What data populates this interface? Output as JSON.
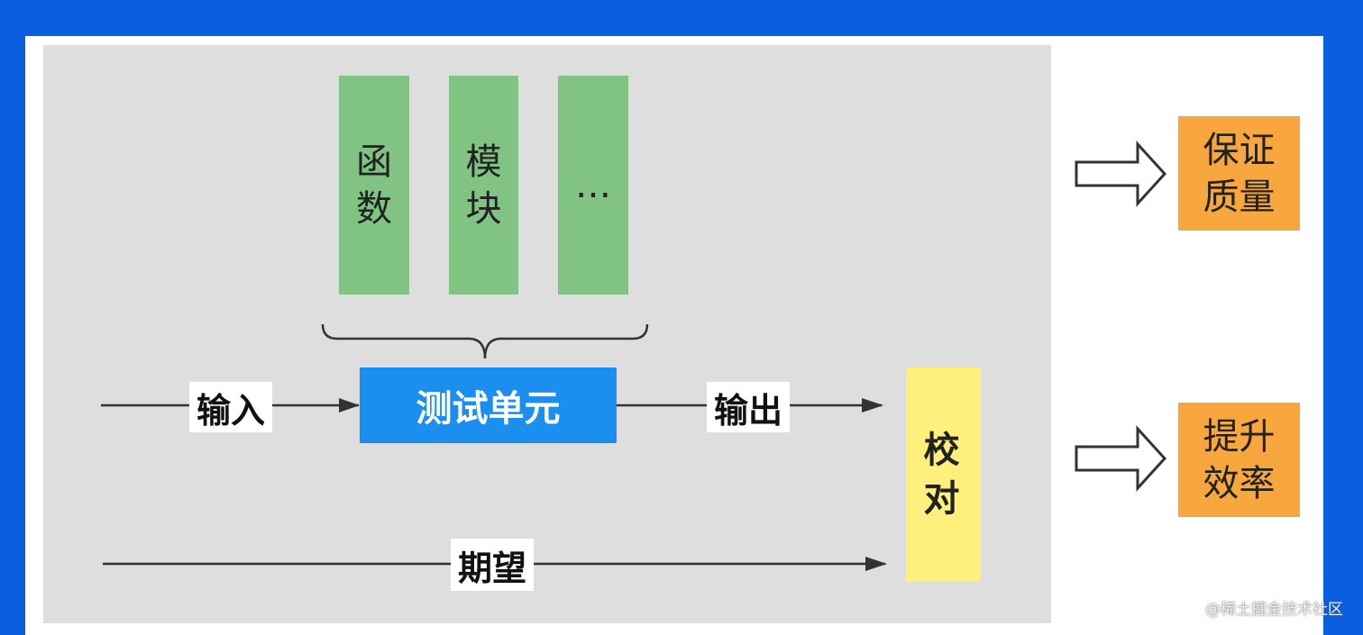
{
  "units": [
    {
      "label": "函数"
    },
    {
      "label": "模块"
    },
    {
      "label": "…"
    }
  ],
  "flow": {
    "input_label": "输入",
    "unit_label": "测试单元",
    "output_label": "输出",
    "expect_label": "期望",
    "check_label": "校对"
  },
  "results": [
    {
      "label": "保证质量"
    },
    {
      "label": "提升效率"
    }
  ],
  "watermark": "@稀土掘金技术社区",
  "colors": {
    "frame": "#0a5fe0",
    "panel": "#dedede",
    "unit_box": "#80c382",
    "test_unit": "#1a8ff0",
    "check_box": "#fff07d",
    "result_box": "#f7a73e"
  }
}
